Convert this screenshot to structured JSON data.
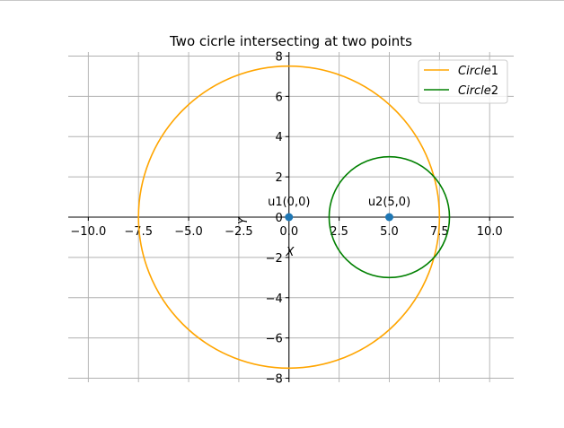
{
  "chart_data": {
    "type": "line",
    "title": "Two cicrle intersecting at two points",
    "xlabel": "X",
    "ylabel": "Y",
    "xlim": [
      -11.0,
      11.2
    ],
    "ylim": [
      -8.2,
      8.2
    ],
    "grid": true,
    "legend": {
      "placement": "top-right",
      "entries": [
        {
          "label": "Circle",
          "subscript": "1",
          "color": "#ffa500"
        },
        {
          "label": "Circle",
          "subscript": "2",
          "color": "#008000"
        }
      ]
    },
    "xticks": [
      -10.0,
      -7.5,
      -5.0,
      -2.5,
      0.0,
      2.5,
      5.0,
      7.5,
      10.0
    ],
    "xtick_labels": [
      "−10.0",
      "−7.5",
      "−5.0",
      "−2.5",
      "0.0",
      "2.5",
      "5.0",
      "7.5",
      "10.0"
    ],
    "yticks": [
      -8,
      -6,
      -4,
      -2,
      0,
      2,
      4,
      6,
      8
    ],
    "ytick_labels": [
      "−8",
      "−6",
      "−4",
      "−2",
      "0",
      "2",
      "4",
      "6",
      "8"
    ],
    "series": [
      {
        "name": "Circle1",
        "shape": "circle",
        "center": [
          0,
          0
        ],
        "radius": 7.5,
        "color": "#ffa500"
      },
      {
        "name": "Circle2",
        "shape": "circle",
        "center": [
          5,
          0
        ],
        "radius": 3,
        "color": "#008000"
      }
    ],
    "points": [
      {
        "x": 0,
        "y": 0,
        "label": "u1(0,0)",
        "color": "#1f77b4"
      },
      {
        "x": 5,
        "y": 0,
        "label": "u2(5,0)",
        "color": "#1f77b4"
      }
    ]
  }
}
